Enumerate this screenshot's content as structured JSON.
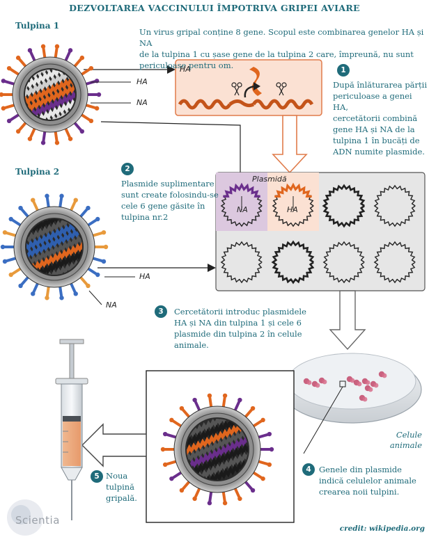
{
  "title": "DEZVOLTAREA VACCINULUI ÎMPOTRIVA GRIPEI AVIARE",
  "strain1_label": "Tulpina 1",
  "strain2_label": "Tulpina 2",
  "intro_lines": [
    "Un virus gripal conține 8 gene. Scopul este combinarea genelor HA și NA",
    "de la tulpina 1 cu șase gene de la tulpina 2 care, împreună, nu sunt",
    "periculoase pentru om."
  ],
  "genes": {
    "ha": "HA",
    "na": "NA"
  },
  "plasmid_label": "Plasmidă",
  "steps": [
    {
      "num": "1",
      "lines": [
        "După înlăturarea părții",
        "periculoase a genei HA,",
        "cercetătorii combină",
        "gene HA și NA de la",
        "tulpina 1 în bucăți de",
        "ADN numite plasmide."
      ]
    },
    {
      "num": "2",
      "lines": [
        "Plasmide suplimentare",
        "sunt create folosindu-se",
        "cele 6 gene găsite în",
        "tulpina nr.2"
      ]
    },
    {
      "num": "3",
      "lines": [
        "Cercetătorii introduc plasmidele",
        "HA și NA din tulpina 1 și cele 6",
        "plasmide din tulpina 2 în celule",
        "animale."
      ]
    },
    {
      "num": "4",
      "lines": [
        "Genele din plasmide",
        "indică celulelor animale",
        "crearea noii tulpini."
      ]
    },
    {
      "num": "5",
      "lines": [
        "Noua",
        "tulpină",
        "gripală."
      ]
    }
  ],
  "cells_label": [
    "Celule",
    "animale"
  ],
  "credit": "credit: wikipedia.org",
  "logo": "Scientia",
  "colors": {
    "teal_text": "#1f6b7a",
    "peach_box": "#fbe1d3",
    "peach_border": "#e07b4a",
    "grey_box": "#e6e6e6",
    "lilac": "#dcc8df",
    "orange_gene": "#e0661e",
    "purple_gene": "#6a2e8c",
    "blue_gene": "#2f5fae"
  }
}
